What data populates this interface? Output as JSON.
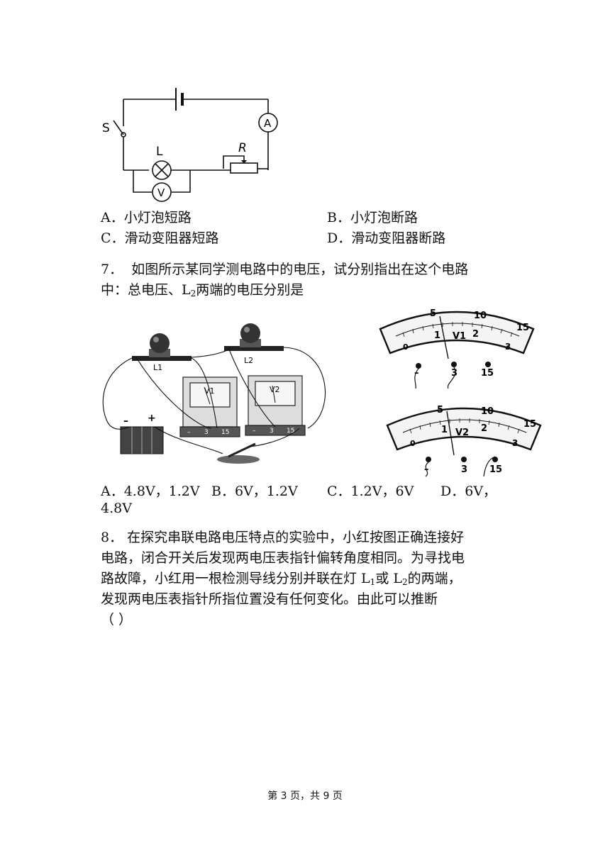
{
  "q6": {
    "circuit": {
      "switch": "S",
      "lamp": "L",
      "rheostat": "R",
      "ammeter": "A",
      "voltmeter": "V"
    },
    "options": [
      {
        "letter": "A．",
        "text": "小灯泡短路"
      },
      {
        "letter": "B．",
        "text": "小灯泡断路"
      },
      {
        "letter": "C．",
        "text": "滑动变阻器短路"
      },
      {
        "letter": "D．",
        "text": "滑动变阻器断路"
      }
    ]
  },
  "q7": {
    "number": "7．",
    "stem_line1": "如图所示某同学测电路中的电压，试分别指出在这个电路",
    "stem_line2_a": "中：总电压、L",
    "stem_line2_sub": "2",
    "stem_line2_b": "两端的电压分别是",
    "photo": {
      "lamp1": "L1",
      "lamp2": "L2",
      "meter1": "V1",
      "meter2": "V2",
      "terminals": [
        "–",
        "3",
        "15"
      ]
    },
    "dial1": {
      "name": "V1",
      "upper_scale": [
        "0",
        "5",
        "10",
        "15"
      ],
      "lower_scale": [
        "0",
        "1",
        "2",
        "3"
      ],
      "terminals": [
        "–",
        "3",
        "15"
      ]
    },
    "dial2": {
      "name": "V2",
      "upper_scale": [
        "0",
        "5",
        "10",
        "15"
      ],
      "lower_scale": [
        "0",
        "1",
        "2",
        "3"
      ],
      "terminals": [
        "–",
        "3",
        "15"
      ]
    },
    "options_line1": [
      "A．4.8V，1.2V",
      "B．6V，1.2V",
      "C．1.2V，6V",
      "D．6V，"
    ],
    "options_line2": "4.8V"
  },
  "q8": {
    "line1": "8．  在探究串联电路电压特点的实验中，小红按图正确连接好",
    "line2": "电路，闭合开关后发现两电压表指针偏转角度相同。为寻找电",
    "line3_a": "路故障，小红用一根检测导线分别并联在灯 L",
    "line3_sub1": "1",
    "line3_b": "或 L",
    "line3_sub2": "2",
    "line3_c": "的两端，",
    "line4": "发现两电压表指针所指位置没有任何变化。由此可以推断",
    "line5": "（          ）"
  },
  "footer": "第 3 页，共 9 页"
}
